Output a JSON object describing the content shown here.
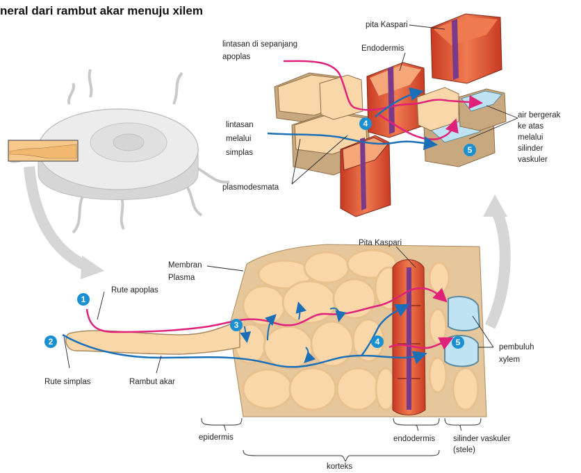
{
  "title": "neral dari rambut akar menuju xilem",
  "colors": {
    "cell_fill": "#f9d7a8",
    "cell_wall": "#e6c69b",
    "cell_side": "#c8a87e",
    "apoplast_route": "#e0217a",
    "symplast_route": "#1a6fb7",
    "casparian_strip": "#8a3a8a",
    "endodermis": "#e05a3a",
    "xylem": "#bfe3f2",
    "badge": "#1a8fd1",
    "arrow_gray": "#cfcfcf"
  },
  "labels": {
    "pita_kaspari_top": "pita Kaspari",
    "endodermis_top": "Endodermis",
    "lintasan_apoplas": [
      "lintasan di sepanjang",
      "apoplas"
    ],
    "lintasan_simplas": [
      "lintasan",
      "melalui",
      "simplas"
    ],
    "air_bergerak": [
      "air bergerak",
      "ke atas",
      "melalui",
      "silinder",
      "vaskuler"
    ],
    "plasmodesmata": "plasmodesmata",
    "pita_kaspari_bottom": "Pita Kaspari",
    "membran_plasma": [
      "Membran",
      "Plasma"
    ],
    "rute_apoplas": "Rute apoplas",
    "rute_simplas": "Rute simplas",
    "rambut_akar": "Rambut akar",
    "pembuluh_xylem": [
      "pembuluh",
      "xylem"
    ],
    "epidermis": "epidermis",
    "endodermis_bottom": "endodermis",
    "silinder_vaskuler": [
      "silinder vaskuler",
      "(stele)"
    ],
    "korteks": "korteks"
  },
  "badges": [
    "1",
    "2",
    "3",
    "4",
    "5",
    "4",
    "5"
  ]
}
